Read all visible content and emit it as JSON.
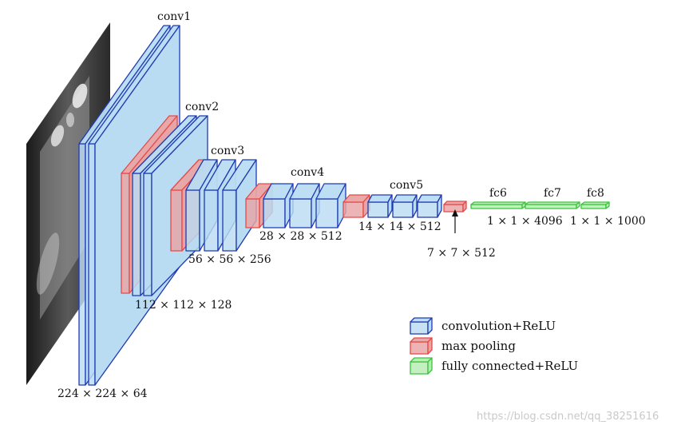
{
  "colors": {
    "conv_fill": "#b9dcf2",
    "conv_stroke": "#1f3bb3",
    "pool_fill": "#e8a4a4",
    "pool_stroke": "#e84848",
    "fc_fill": "#b6ecb3",
    "fc_stroke": "#3cc43c"
  },
  "layers": {
    "conv1": {
      "name": "conv1",
      "dims": "224 × 224 × 64"
    },
    "conv2": {
      "name": "conv2",
      "dims": "112 × 112 × 128"
    },
    "conv3": {
      "name": "conv3",
      "dims": "56 × 56 × 256"
    },
    "conv4": {
      "name": "conv4",
      "dims": "28 × 28 × 512"
    },
    "conv5": {
      "name": "conv5",
      "dims": "14 × 14 × 512"
    },
    "pool5": {
      "dims": "7 × 7 × 512"
    },
    "fc6": {
      "name": "fc6",
      "dims": "1 × 1 × 4096"
    },
    "fc7": {
      "name": "fc7"
    },
    "fc8": {
      "name": "fc8",
      "dims": "1 × 1 × 1000"
    }
  },
  "legend": {
    "conv": "convolution+ReLU",
    "pool": "max pooling",
    "fc": "fully connected+ReLU"
  },
  "watermark": "https://blog.csdn.net/qq_38251616"
}
